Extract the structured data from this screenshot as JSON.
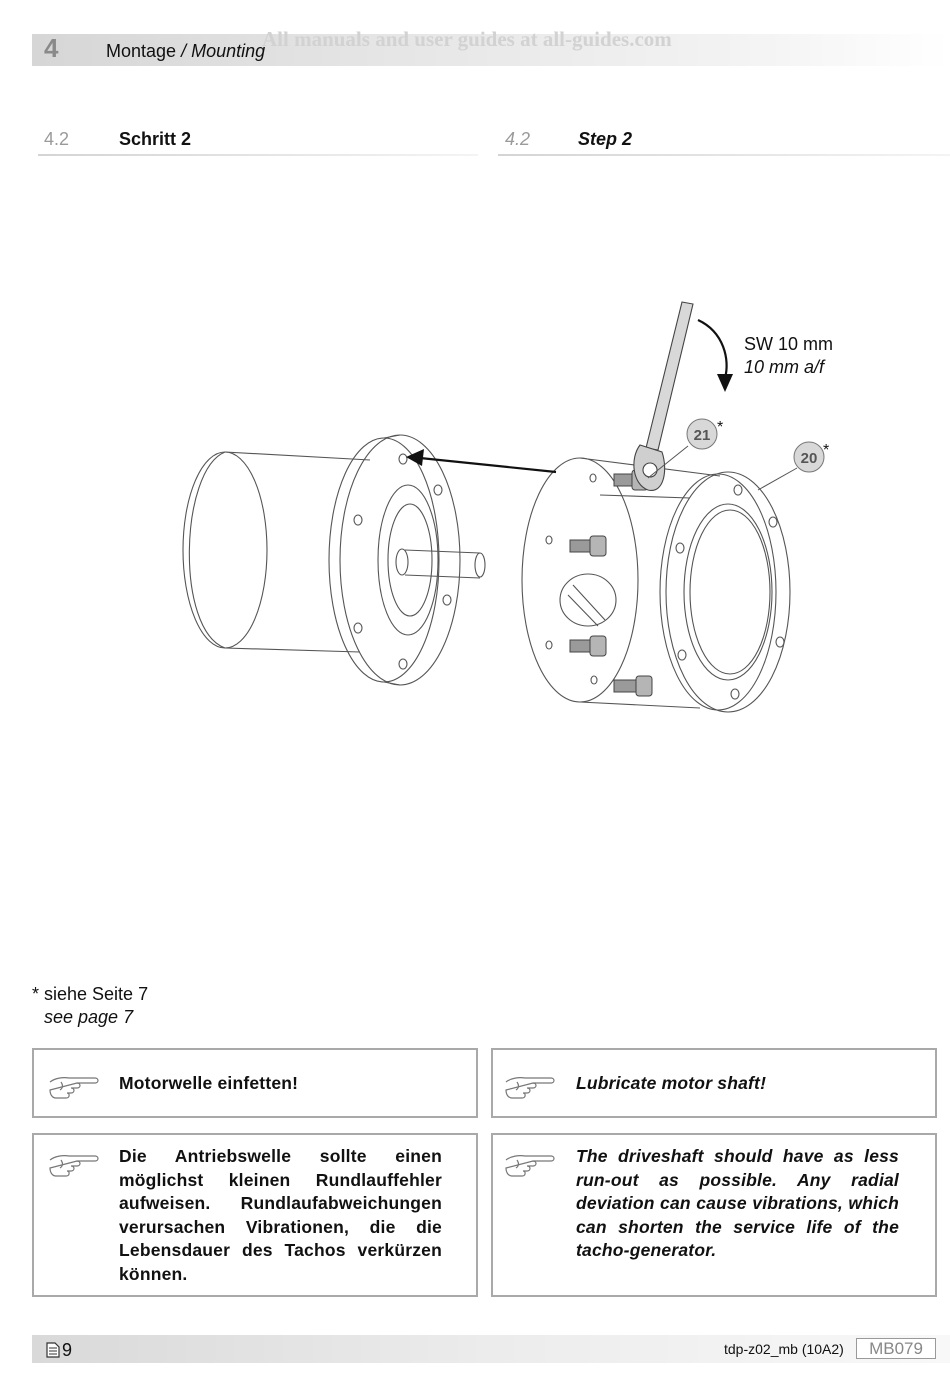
{
  "header": {
    "chapter_number": "4",
    "title_de": "Montage",
    "separator": " / ",
    "title_en": "Mounting",
    "watermark": "All manuals and user guides at all-guides.com"
  },
  "section_de": {
    "number": "4.2",
    "title": "Schritt 2"
  },
  "section_en": {
    "number": "4.2",
    "title": "Step 2"
  },
  "figure": {
    "wrench_size_de": "SW 10 mm",
    "wrench_size_en": "10 mm a/f",
    "callout_screw": "21",
    "callout_flange": "20",
    "asterisk": "*"
  },
  "footnote": {
    "de": "* siehe Seite 7",
    "en": "see page 7"
  },
  "notes": {
    "note1_de": "Motorwelle einfetten!",
    "note1_en": "Lubricate motor shaft!",
    "note2_de": "Die Antriebswelle sollte einen möglichst kleinen Rundlauffehler aufweisen. Rundlaufabweichungen verursachen Vibrationen, die die Lebensdauer des Tachos verkürzen können.",
    "note2_en": "The driveshaft should have as less run-out as possible. Any radial deviation can cause vibrations, which can shorten the service life of the tacho-generator.",
    "icon": "pointing-hand-icon"
  },
  "footer": {
    "page_number": "9",
    "doc_code": "tdp-z02_mb (10A2)",
    "doc_id": "MB079"
  }
}
